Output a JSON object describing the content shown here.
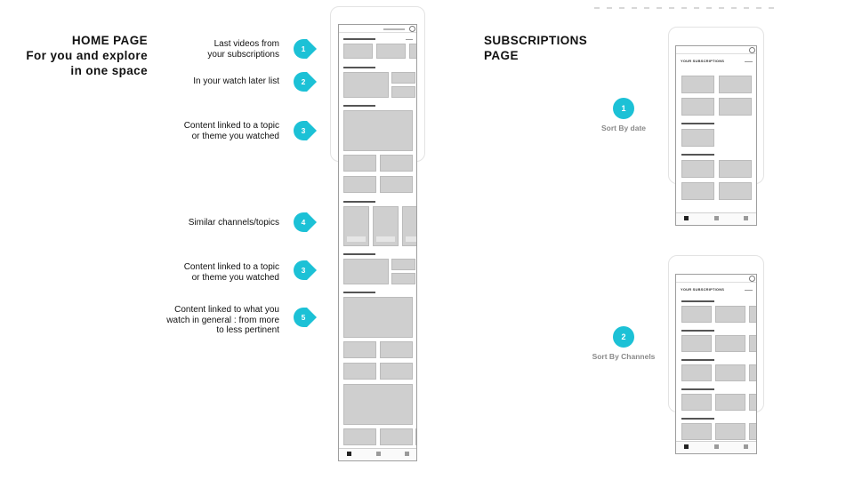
{
  "home_title": "HOME PAGE\nFor you and explore\nin one space",
  "subs_title": "SUBSCRIPTIONS\nPAGE",
  "accent_color": "#1cc1d6",
  "home_annotations": [
    {
      "number": "1",
      "label": "Last videos from\nyour subscriptions"
    },
    {
      "number": "2",
      "label": "In your watch later list"
    },
    {
      "number": "3",
      "label": "Content linked to a topic\nor theme you watched"
    },
    {
      "number": "4",
      "label": "Similar channels/topics"
    },
    {
      "number": "3",
      "label": "Content linked to a topic\nor theme you watched"
    },
    {
      "number": "5",
      "label": "Content linked to what you\nwatch in general : from more\nto less pertinent"
    }
  ],
  "sort_options": [
    {
      "number": "1",
      "label": "Sort By date"
    },
    {
      "number": "2",
      "label": "Sort By Channels"
    }
  ],
  "subs_screen_header": "YOUR SUBSCRIPTIONS"
}
